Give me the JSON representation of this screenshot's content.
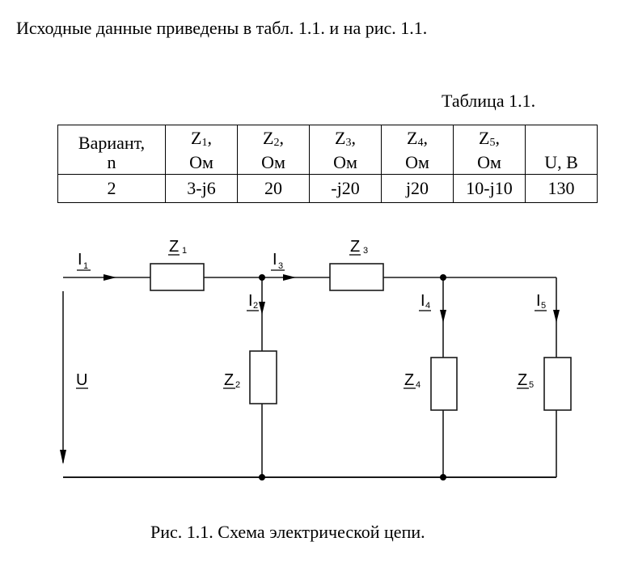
{
  "intro_text": "Исходные данные приведены в табл. 1.1. и на рис. 1.1.",
  "table": {
    "caption": "Таблица 1.1.",
    "headers": [
      {
        "line1": "Вариант,",
        "line2": "n"
      },
      {
        "symbol": "Z",
        "sub": "1",
        "line1_suffix": ",",
        "line2": "Ом"
      },
      {
        "symbol": "Z",
        "sub": "2",
        "line1_suffix": ",",
        "line2": "Ом"
      },
      {
        "symbol": "Z",
        "sub": "3",
        "line1_suffix": ",",
        "line2": "Ом"
      },
      {
        "symbol": "Z",
        "sub": "4",
        "line1_suffix": ",",
        "line2": "Ом"
      },
      {
        "symbol": "Z",
        "sub": "5",
        "line1_suffix": ",",
        "line2": "Ом"
      },
      {
        "line1": "",
        "line2": "U, В"
      }
    ],
    "rows": [
      [
        "2",
        "3-j6",
        "20",
        "-j20",
        "j20",
        "10-j10",
        "130"
      ]
    ]
  },
  "circuit": {
    "labels": {
      "I1": {
        "main": "I",
        "sub": "1"
      },
      "I2": {
        "main": "I",
        "sub": "2"
      },
      "I3": {
        "main": "I",
        "sub": "3"
      },
      "I4": {
        "main": "I",
        "sub": "4"
      },
      "I5": {
        "main": "I",
        "sub": "5"
      },
      "Z1": {
        "main": "Z",
        "sub": "1"
      },
      "Z2": {
        "main": "Z",
        "sub": "2"
      },
      "Z3": {
        "main": "Z",
        "sub": "3"
      },
      "Z4": {
        "main": "Z",
        "sub": "4"
      },
      "Z5": {
        "main": "Z",
        "sub": "5"
      },
      "U": {
        "main": "U"
      }
    },
    "colors": {
      "wire": "#1a1a1a"
    }
  },
  "figure_caption": "Рис. 1.1. Схема электрической цепи."
}
